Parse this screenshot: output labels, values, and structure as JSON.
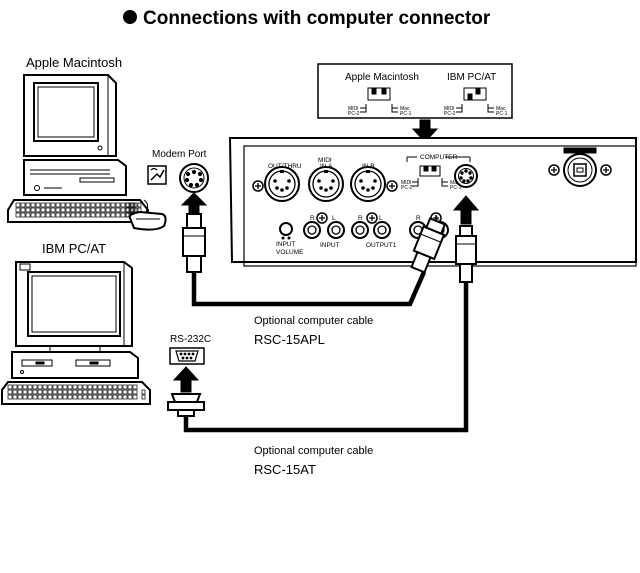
{
  "title": "Connections with computer connector",
  "computers": {
    "mac_label": "Apple Macintosh",
    "ibm_label": "IBM PC/AT"
  },
  "ports": {
    "modem_label": "Modem Port",
    "rs232_label": "RS-232C"
  },
  "switch_inset": {
    "mac_title": "Apple Macintosh",
    "ibm_title": "IBM PC/AT",
    "pos_midi": "MIDI",
    "pos_pc2": "PC-2",
    "pos_mac": "Mac",
    "pos_pc1": "PC-1"
  },
  "panel": {
    "out_thru": "OUT/THRU",
    "midi": "MIDI",
    "in_a": "IN A",
    "in_b": "IN B",
    "computer": "COMPUTER",
    "input_volume_1": "INPUT",
    "input_volume_2": "VOLUME",
    "input": "INPUT",
    "output1": "OUTPUT1",
    "r": "R",
    "l": "L"
  },
  "cables": {
    "apl_caption": "Optional computer cable",
    "apl_model": "RSC-15APL",
    "at_caption": "Optional computer cable",
    "at_model": "RSC-15AT"
  }
}
